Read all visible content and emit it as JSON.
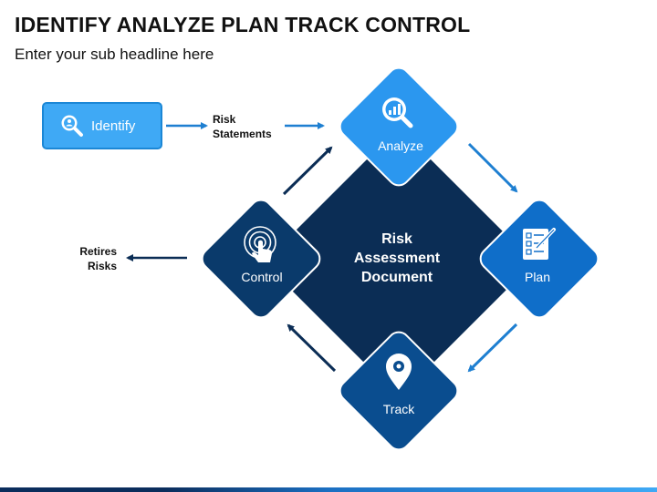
{
  "header": {
    "title": "IDENTIFY ANALYZE PLAN TRACK CONTROL",
    "subtitle": "Enter your sub headline here"
  },
  "identify": {
    "label": "Identify",
    "icon": "search-user-icon"
  },
  "labels": {
    "risk_statements_1": "Risk",
    "risk_statements_2": "Statements",
    "retires_risks_1": "Retires",
    "retires_risks_2": "Risks"
  },
  "center": {
    "line1": "Risk",
    "line2": "Assessment",
    "line3": "Document"
  },
  "nodes": [
    {
      "label": "Analyze",
      "icon": "magnifier-chart-icon",
      "color": "#2b97ef"
    },
    {
      "label": "Plan",
      "icon": "checklist-pen-icon",
      "color": "#0f6ec9"
    },
    {
      "label": "Track",
      "icon": "map-pin-icon",
      "color": "#0a4d8f"
    },
    {
      "label": "Control",
      "icon": "touch-hand-icon",
      "color": "#0a3a6b"
    }
  ],
  "colors": {
    "center": "#0b2d55",
    "identify": "#3fa9f5",
    "arrow_light": "#1e7fd1",
    "arrow_dark": "#0b2d55"
  }
}
